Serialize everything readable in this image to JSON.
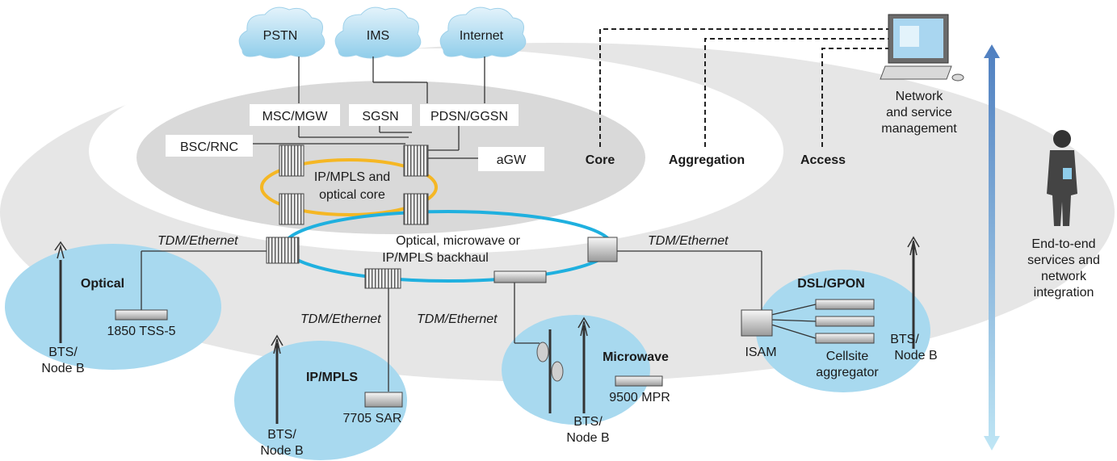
{
  "clouds": [
    "PSTN",
    "IMS",
    "Internet"
  ],
  "core_elements": {
    "msc_mgw": "MSC/MGW",
    "sgsn": "SGSN",
    "pdsn_ggsn": "PDSN/GGSN",
    "bsc_rnc": "BSC/RNC",
    "agw": "aGW",
    "ip_mpls_core_line1": "IP/MPLS and",
    "ip_mpls_core_line2": "optical core"
  },
  "layers": {
    "core": "Core",
    "aggregation": "Aggregation",
    "access": "Access"
  },
  "management": {
    "line1": "Network",
    "line2": "and service",
    "line3": "management"
  },
  "integration": {
    "line1": "End-to-end",
    "line2": "services and",
    "line3": "network",
    "line4": "integration"
  },
  "backhaul": {
    "line1": "Optical, microwave or",
    "line2": "IP/MPLS backhaul"
  },
  "links": {
    "tdm": "TDM/",
    "ethernet": "Ethernet"
  },
  "access_sites": {
    "optical": {
      "title": "Optical",
      "device": "1850 TSS-5",
      "bts1": "BTS/",
      "bts2": "Node B"
    },
    "ipmpls": {
      "title": "IP/MPLS",
      "device": "7705 SAR",
      "bts1": "BTS/",
      "bts2": "Node B"
    },
    "microwave": {
      "title": "Microwave",
      "device": "9500 MPR",
      "bts1": "BTS/",
      "bts2": "Node B"
    },
    "dslgpon": {
      "title": "DSL/GPON",
      "isam": "ISAM",
      "agg1": "Cellsite",
      "agg2": "aggregator",
      "bts1": "BTS/",
      "bts2": "Node B"
    }
  },
  "colors": {
    "outer_ring": "#e6e6e6",
    "core_ellipse": "#d9d9d9",
    "access_blob": "#a8d9ef",
    "core_ring": "#f5b724",
    "backhaul_ring": "#1fb0df",
    "cloud": "#b9dff3",
    "arrow": "#6a9fd0"
  }
}
